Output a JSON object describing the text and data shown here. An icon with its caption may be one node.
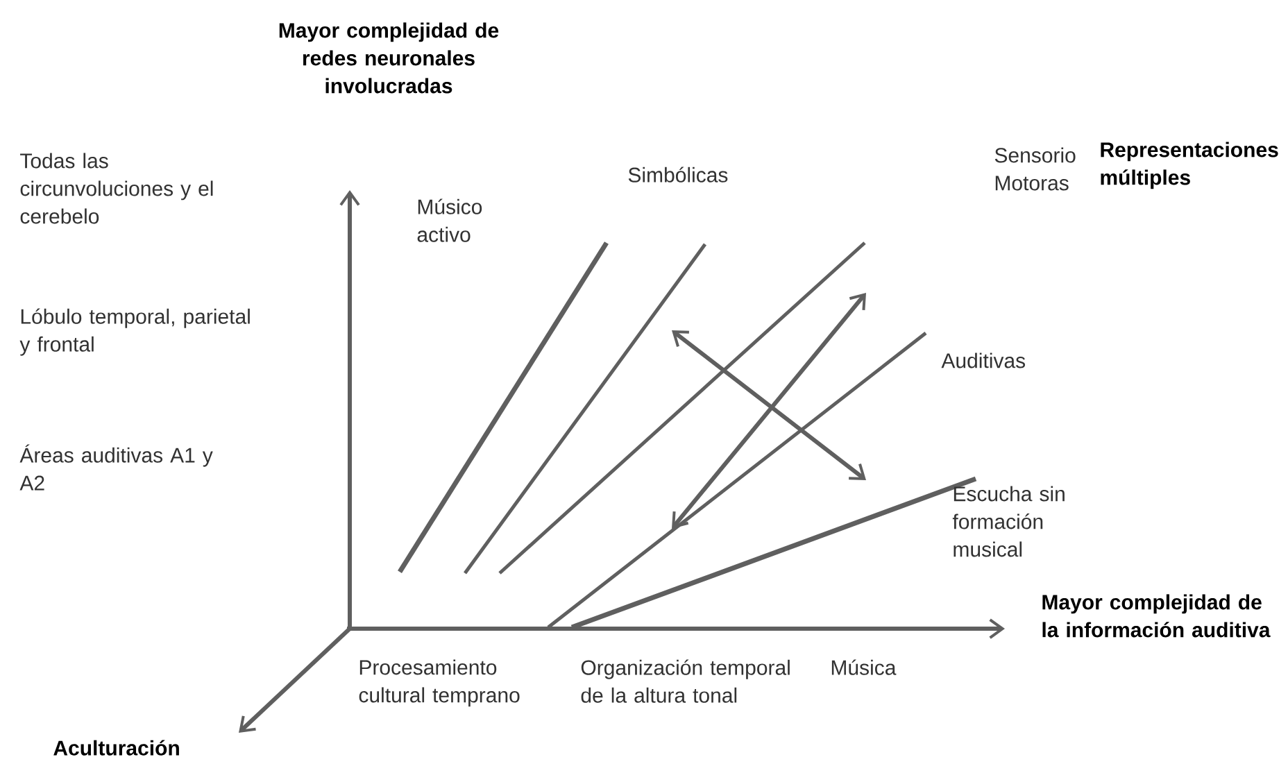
{
  "diagram": {
    "labels": [
      "Mayor complejidad de redes neuronales involucradas",
      "Todas las circunvoluciones y el cerebelo",
      "Sensorio Motoras",
      "Representaciones múltiples",
      "Simbólicas",
      "Músico activo",
      "Lóbulo temporal, parietal y frontal",
      "Auditivas",
      "Áreas auditivas A1 y A2",
      "Escucha sin formación musical",
      "Mayor complejidad de la información auditiva",
      "Procesamiento cultural temprano",
      "Organización temporal de la altura tonal",
      "Música",
      "Aculturación"
    ]
  }
}
